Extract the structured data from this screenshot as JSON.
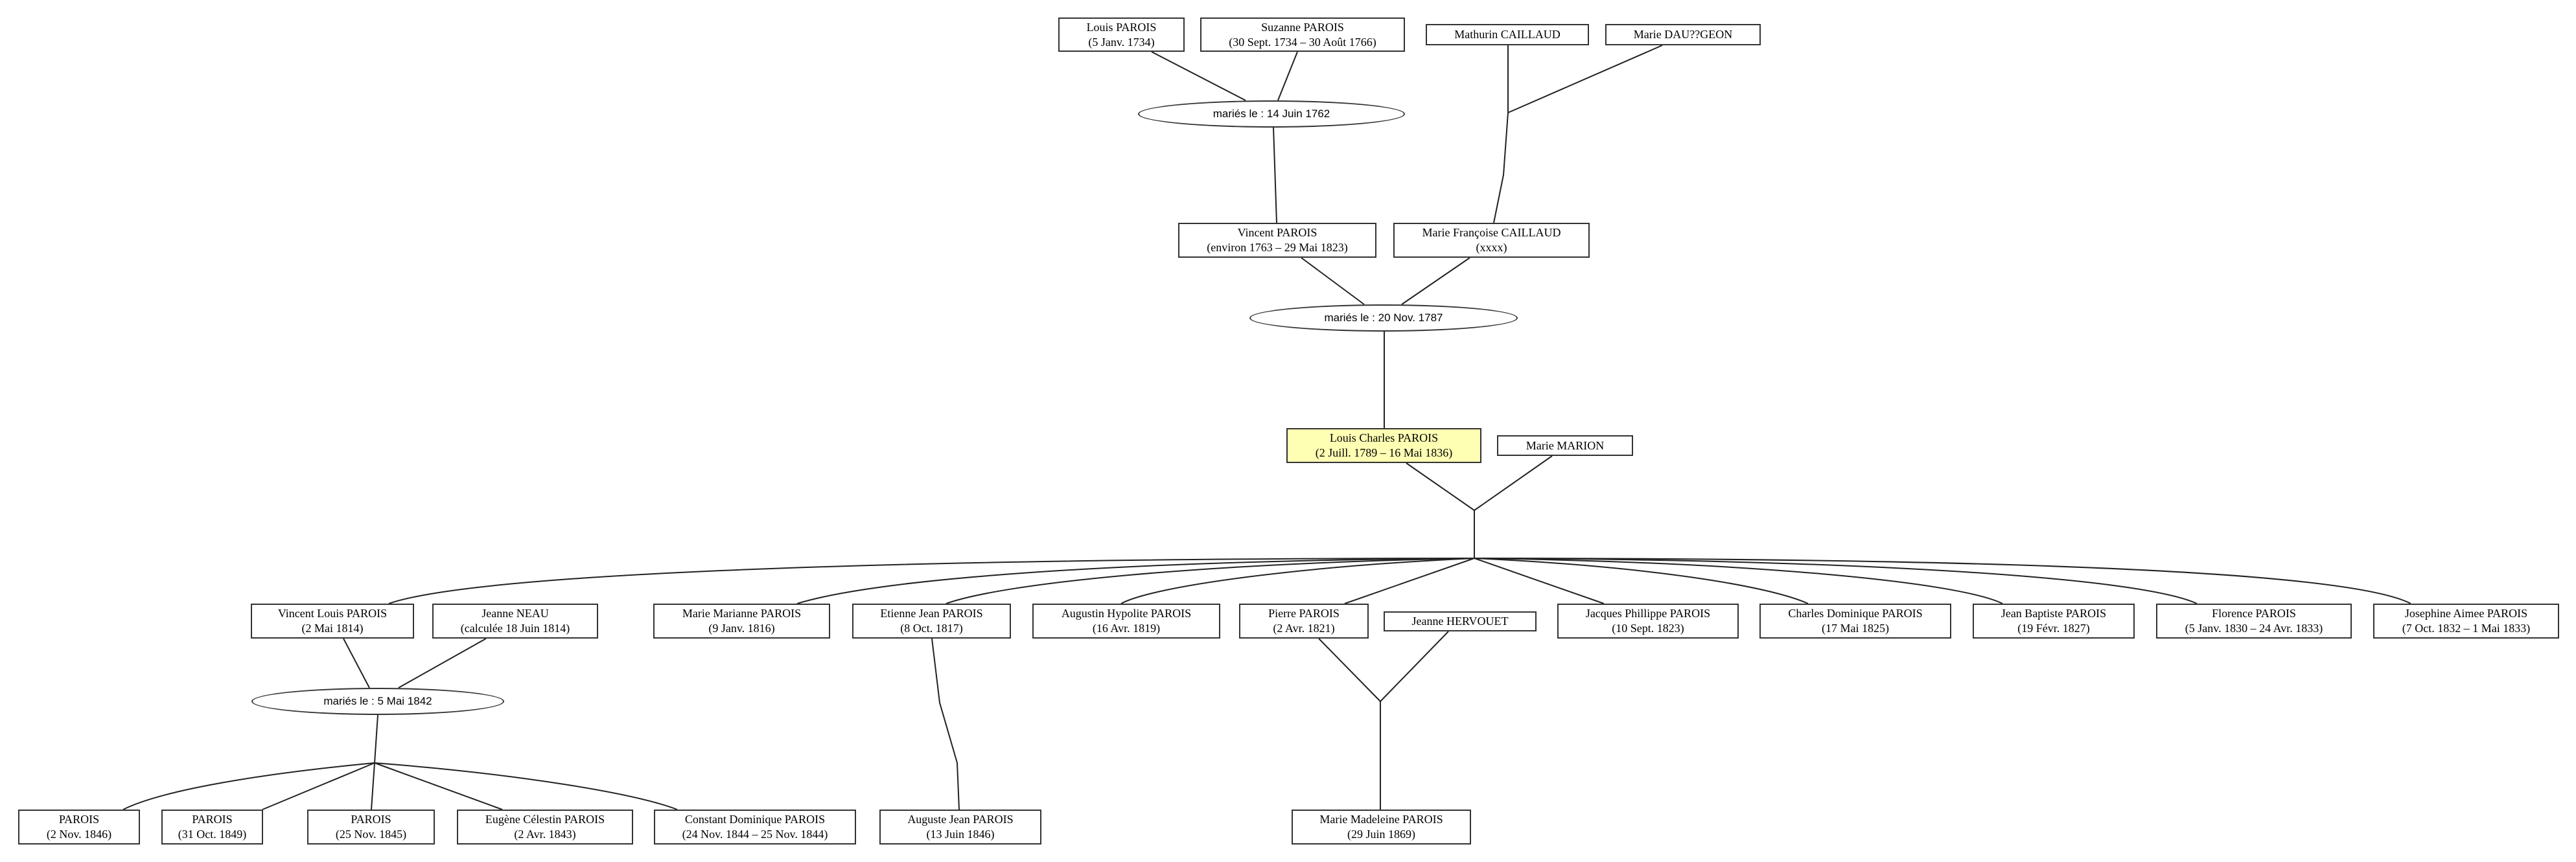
{
  "colors": {
    "highlight": "#ffffb4",
    "stroke": "#333333",
    "background": "#ffffff"
  },
  "people": {
    "louis_1734": {
      "name": "Louis PAROIS",
      "dates": "(5 Janv. 1734)"
    },
    "suzanne": {
      "name": "Suzanne PAROIS",
      "dates": "(30 Sept. 1734 – 30 Août 1766)"
    },
    "mathurin": {
      "name": "Mathurin CAILLAUD",
      "dates": ""
    },
    "marie_dau": {
      "name": "Marie DAU??GEON",
      "dates": ""
    },
    "vincent_1763": {
      "name": "Vincent PAROIS",
      "dates": "(environ 1763 – 29 Mai 1823)"
    },
    "marie_francoise": {
      "name": "Marie Françoise CAILLAUD",
      "dates": "(xxxx)"
    },
    "louis_charles": {
      "name": "Louis Charles PAROIS",
      "dates": "(2 Juill. 1789 – 16 Mai 1836)"
    },
    "marie_marion": {
      "name": "Marie MARION",
      "dates": ""
    },
    "vincent_louis": {
      "name": "Vincent Louis PAROIS",
      "dates": "(2 Mai 1814)"
    },
    "jeanne_neau": {
      "name": "Jeanne NEAU",
      "dates": "(calculée 18 Juin 1814)"
    },
    "marie_marianne": {
      "name": "Marie Marianne PAROIS",
      "dates": "(9 Janv. 1816)"
    },
    "etienne_jean": {
      "name": "Etienne Jean PAROIS",
      "dates": "(8 Oct. 1817)"
    },
    "augustin_hypolite": {
      "name": "Augustin Hypolite PAROIS",
      "dates": "(16 Avr. 1819)"
    },
    "pierre": {
      "name": "Pierre PAROIS",
      "dates": "(2 Avr. 1821)"
    },
    "jeanne_hervouet": {
      "name": "Jeanne HERVOUET",
      "dates": ""
    },
    "jacques_phillippe": {
      "name": "Jacques Phillippe PAROIS",
      "dates": "(10 Sept. 1823)"
    },
    "charles_dominique": {
      "name": "Charles Dominique PAROIS",
      "dates": "(17 Mai 1825)"
    },
    "jean_baptiste": {
      "name": "Jean Baptiste PAROIS",
      "dates": "(19 Févr. 1827)"
    },
    "florence": {
      "name": "Florence PAROIS",
      "dates": "(5 Janv. 1830 – 24 Avr. 1833)"
    },
    "josephine": {
      "name": "Josephine Aimee PAROIS",
      "dates": "(7 Oct. 1832 – 1 Mai 1833)"
    },
    "parois_1846": {
      "name": "PAROIS",
      "dates": "(2 Nov. 1846)"
    },
    "parois_1849": {
      "name": "PAROIS",
      "dates": "(31 Oct. 1849)"
    },
    "parois_1845": {
      "name": "PAROIS",
      "dates": "(25 Nov. 1845)"
    },
    "eugene": {
      "name": "Eugène Célestin PAROIS",
      "dates": "(2 Avr. 1843)"
    },
    "constant": {
      "name": "Constant Dominique PAROIS",
      "dates": "(24 Nov. 1844 – 25 Nov. 1844)"
    },
    "auguste_jean": {
      "name": "Auguste Jean PAROIS",
      "dates": "(13 Juin 1846)"
    },
    "marie_madeleine": {
      "name": "Marie Madeleine PAROIS",
      "dates": "(29 Juin 1869)"
    }
  },
  "unions": {
    "u1762": "mariés le : 14 Juin 1762",
    "u1787": "mariés le : 20 Nov. 1787",
    "u1842": "mariés le : 5 Mai 1842"
  }
}
